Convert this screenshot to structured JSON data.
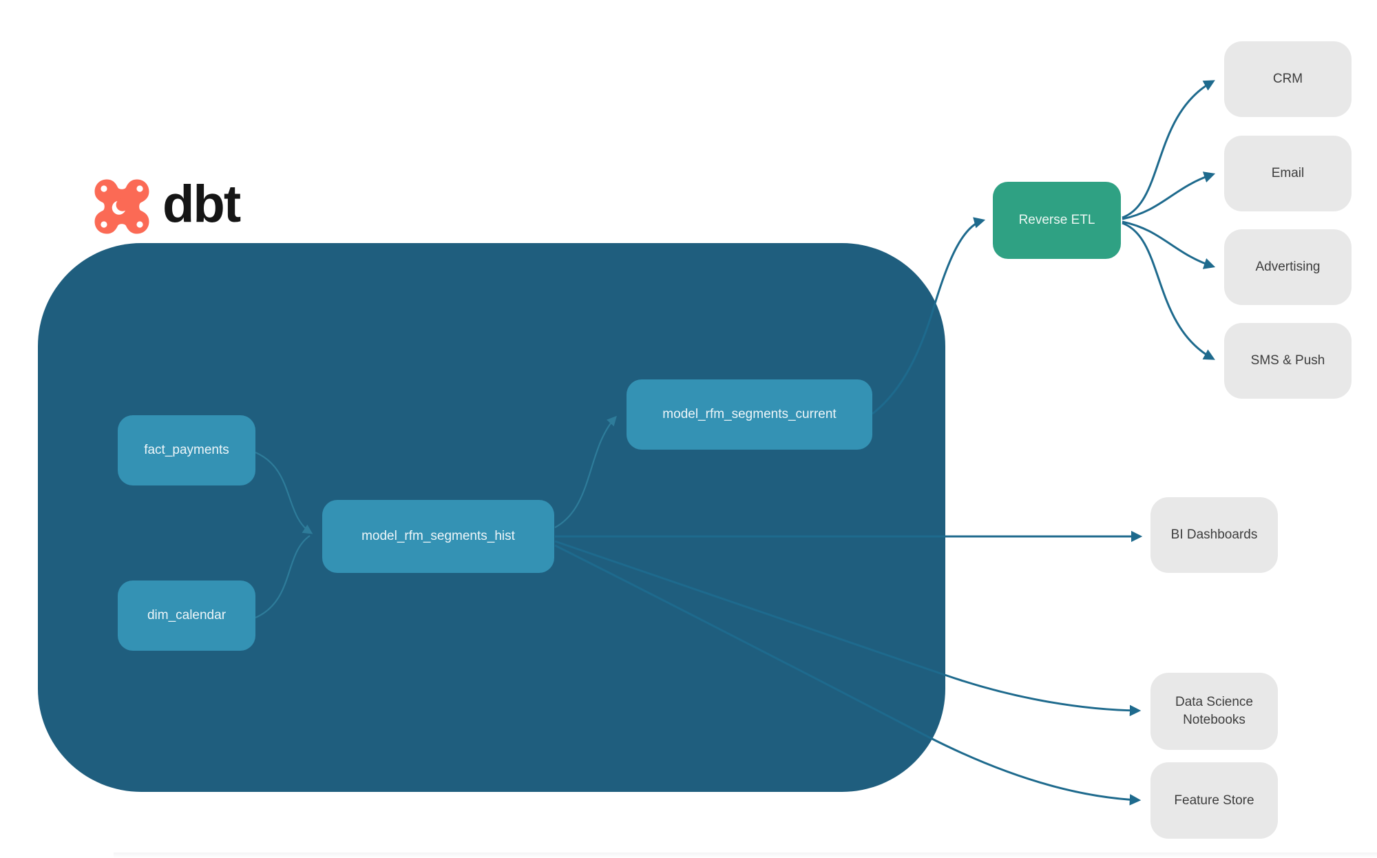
{
  "logo": {
    "wordmark": "dbt"
  },
  "colors": {
    "container": "#1F5E7E",
    "model": "#3492B4",
    "reverseEtl": "#2FA183",
    "target": "#E8E8E8",
    "edgeIn": "#2E7C9A",
    "edgeOut": "#1E6A8D",
    "logoOrange": "#FB6A55",
    "wordmarkColor": "#151515",
    "targetText": "#3D3D3D"
  },
  "diagram": {
    "warehouse_nodes": [
      {
        "id": "fact_payments",
        "label": "fact_payments"
      },
      {
        "id": "dim_calendar",
        "label": "dim_calendar"
      },
      {
        "id": "model_rfm_segments_hist",
        "label": "model_rfm_segments_hist"
      },
      {
        "id": "model_rfm_segments_current",
        "label": "model_rfm_segments_current"
      }
    ],
    "reverse_etl": {
      "label": "Reverse ETL"
    },
    "activation_targets": [
      {
        "label": "CRM"
      },
      {
        "label": "Email"
      },
      {
        "label": "Advertising"
      },
      {
        "label": "SMS & Push"
      }
    ],
    "analytics_targets": [
      {
        "label": "BI Dashboards"
      },
      {
        "label": "Data Science Notebooks"
      },
      {
        "label": "Feature Store"
      }
    ]
  }
}
